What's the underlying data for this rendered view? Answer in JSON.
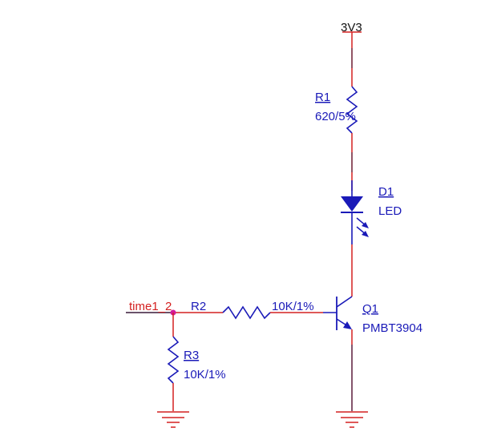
{
  "schematic": {
    "power": {
      "net": "3V3"
    },
    "components": [
      {
        "ref": "R1",
        "value": "620/5%",
        "type": "resistor"
      },
      {
        "ref": "D1",
        "value": "LED",
        "type": "led"
      },
      {
        "ref": "Q1",
        "value": "PMBT3904",
        "type": "npn-transistor"
      },
      {
        "ref": "R2",
        "value": "10K/1%",
        "type": "resistor"
      },
      {
        "ref": "R3",
        "value": "10K/1%",
        "type": "resistor"
      }
    ],
    "net_labels": {
      "input": "time1_2"
    },
    "colors": {
      "wire": "#d42020",
      "component": "#1a1ab8",
      "junction": "#d41c9c",
      "text": "#1a1ab8"
    }
  }
}
